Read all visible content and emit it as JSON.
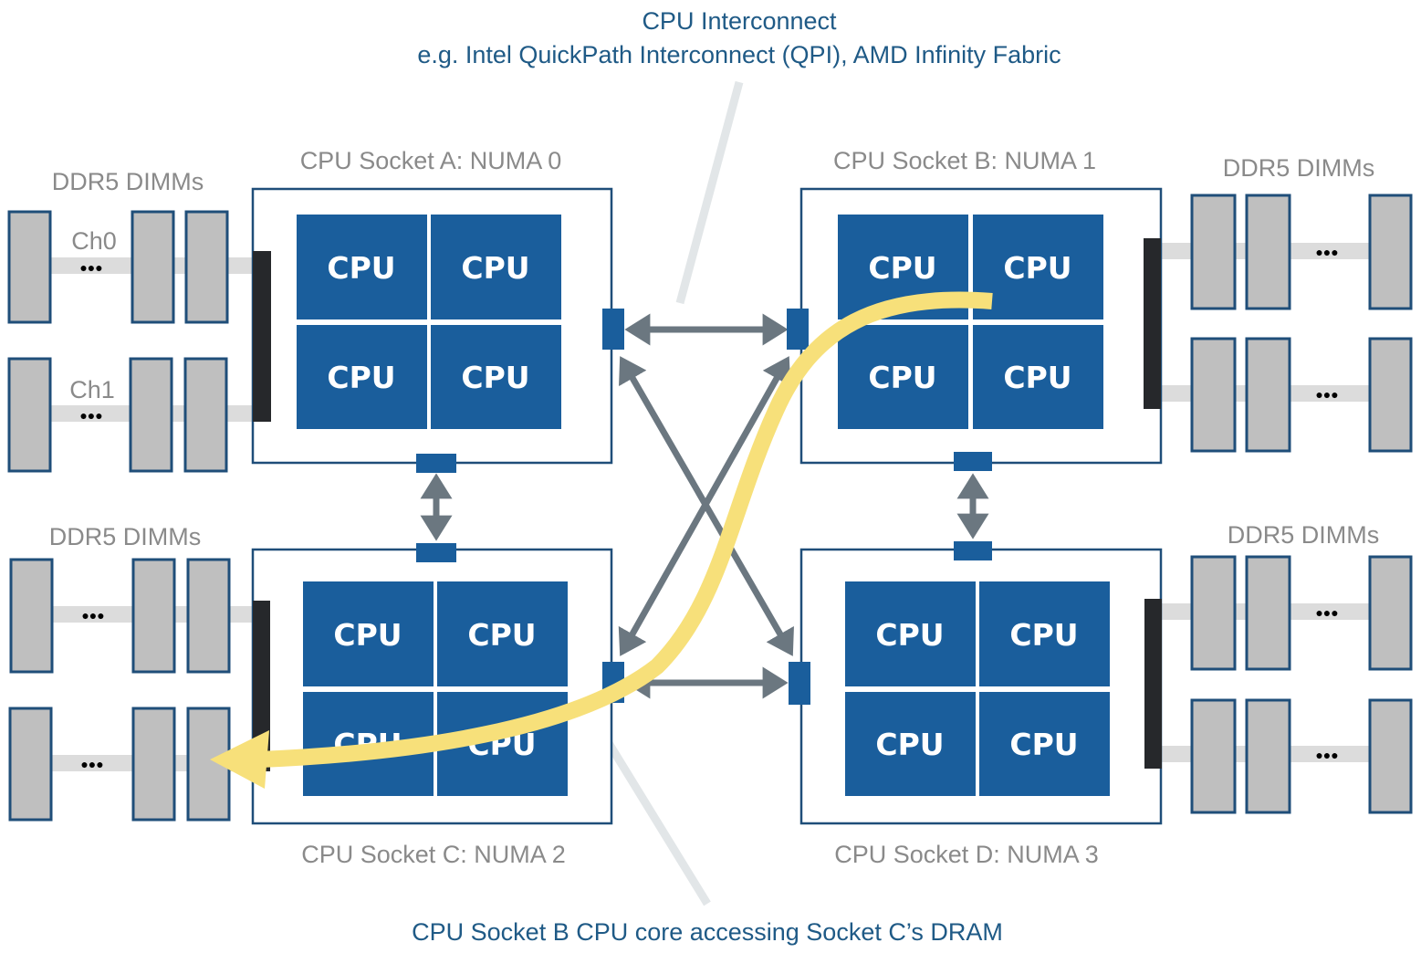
{
  "captions": {
    "top_line1": "CPU Interconnect",
    "top_line2": "e.g. Intel QuickPath Interconnect (QPI), AMD Infinity Fabric",
    "bottom": "CPU Socket B CPU core accessing Socket C’s DRAM"
  },
  "sockets": [
    {
      "id": "A",
      "label": "CPU Socket A: NUMA  0",
      "cores": [
        "CPU",
        "CPU",
        "CPU",
        "CPU"
      ]
    },
    {
      "id": "B",
      "label": "CPU Socket B: NUMA  1",
      "cores": [
        "CPU",
        "CPU",
        "CPU",
        "CPU"
      ]
    },
    {
      "id": "C",
      "label": "CPU Socket C: NUMA  2",
      "cores": [
        "CPU",
        "CPU",
        "CPU",
        "CPU"
      ]
    },
    {
      "id": "D",
      "label": "CPU Socket D: NUMA  3",
      "cores": [
        "CPU",
        "CPU",
        "CPU",
        "CPU"
      ]
    }
  ],
  "dimm_groups": [
    {
      "label": "DDR5 DIMMs",
      "channels": [
        "Ch0",
        "Ch1"
      ],
      "ellipsis": "●●●"
    },
    {
      "label": "DDR5 DIMMs",
      "channels": [],
      "ellipsis": "●●●"
    },
    {
      "label": "DDR5 DIMMs",
      "channels": [],
      "ellipsis": "●●●"
    },
    {
      "label": "DDR5 DIMMs",
      "channels": [],
      "ellipsis": "●●●"
    }
  ],
  "colors": {
    "accent_blue": "#1a5e9c",
    "caption_blue": "#1f5a86",
    "link_gray": "#6b7780",
    "access_path_yellow": "#f7e07a"
  }
}
